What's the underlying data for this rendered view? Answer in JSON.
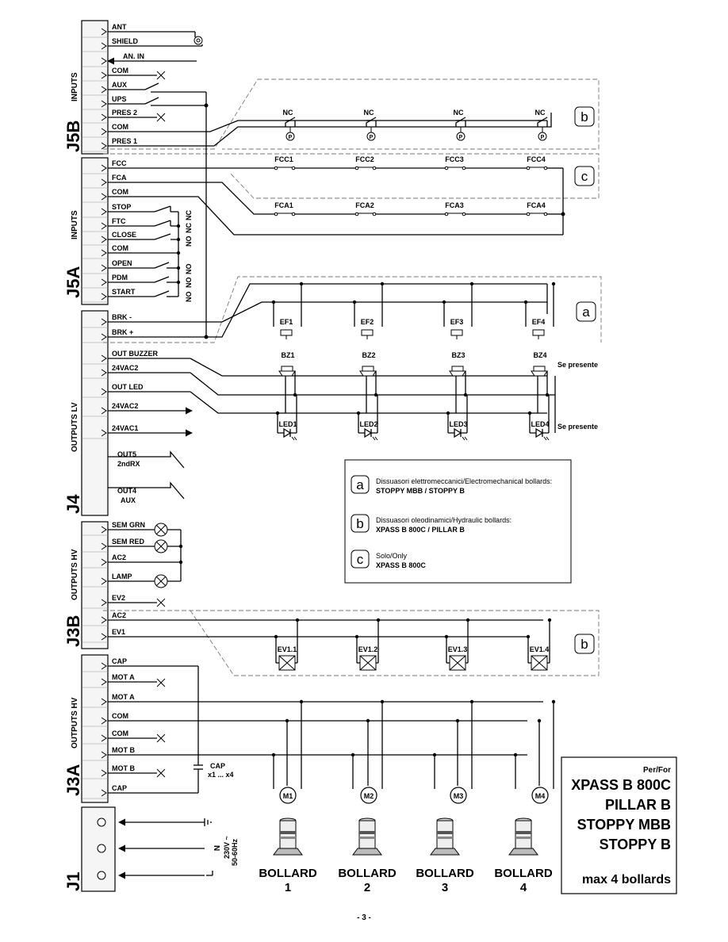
{
  "blocks": {
    "J5B": {
      "label": "J5B",
      "section": "INPUTS",
      "terminals": [
        "ANT",
        "SHIELD",
        "AN. IN",
        "COM",
        "AUX",
        "UPS",
        "PRES 2",
        "COM",
        "PRES 1"
      ]
    },
    "J5A": {
      "label": "J5A",
      "section": "INPUTS",
      "terminals": [
        "FCC",
        "FCA",
        "COM",
        "STOP",
        "FTC",
        "CLOSE",
        "COM",
        "OPEN",
        "PDM",
        "START"
      ],
      "contact_labels_1": [
        "NC",
        "NC",
        "NO"
      ],
      "contact_labels_2": [
        "NO",
        "NO",
        "NO"
      ]
    },
    "J4": {
      "label": "J4",
      "section": "OUTPUTS LV",
      "terminals": [
        "BRK -",
        "BRK +",
        "OUT BUZZER",
        "24VAC2",
        "OUT LED",
        "24VAC2",
        "24VAC1"
      ],
      "relays": [
        {
          "line1": "OUT5",
          "line2": "2ndRX"
        },
        {
          "line1": "OUT4",
          "line2": "AUX"
        }
      ]
    },
    "J3B": {
      "label": "J3B",
      "section": "OUTPUTS HV",
      "terminals": [
        "SEM GRN",
        "SEM RED",
        "AC2",
        "LAMP",
        "EV2",
        "AC2",
        "EV1"
      ]
    },
    "J3A": {
      "label": "J3A",
      "section": "OUTPUTS HV",
      "terminals": [
        "CAP",
        "MOT A",
        "MOT A",
        "COM",
        "COM",
        "MOT B",
        "MOT B",
        "CAP"
      ]
    },
    "J1": {
      "label": "J1",
      "supply_label": "230V ~",
      "supply_freq": "50-60Hz",
      "neutral": "N"
    }
  },
  "devices": {
    "nc_switches": {
      "label": "NC",
      "p_label": "P",
      "count": 4
    },
    "fcc": [
      "FCC1",
      "FCC2",
      "FCC3",
      "FCC4"
    ],
    "fca": [
      "FCA1",
      "FCA2",
      "FCA3",
      "FCA4"
    ],
    "ef": [
      "EF1",
      "EF2",
      "EF3",
      "EF4"
    ],
    "bz": [
      "BZ1",
      "BZ2",
      "BZ3",
      "BZ4"
    ],
    "led": [
      "LED1",
      "LED2",
      "LED3",
      "LED4"
    ],
    "ev": [
      "EV1.1",
      "EV1.2",
      "EV1.3",
      "EV1.4"
    ],
    "motors": [
      "M1",
      "M2",
      "M3",
      "M4"
    ],
    "bollards": [
      {
        "word": "BOLLARD",
        "num": "1"
      },
      {
        "word": "BOLLARD",
        "num": "2"
      },
      {
        "word": "BOLLARD",
        "num": "3"
      },
      {
        "word": "BOLLARD",
        "num": "4"
      }
    ],
    "se_presente": "Se presente",
    "cap": {
      "label": "CAP",
      "range": "x1 ... x4"
    }
  },
  "badges": {
    "a": "a",
    "b": "b",
    "c": "c"
  },
  "legend": [
    {
      "badge": "a",
      "text": "Dissuasori elettromeccanici/Electromechanical bollards:",
      "models": "STOPPY MBB / STOPPY B"
    },
    {
      "badge": "b",
      "text": "Dissuasori oleodinamici/Hydraulic bollards:",
      "models": "XPASS B 800C / PILLAR B"
    },
    {
      "badge": "c",
      "text": "Solo/Only",
      "models": "XPASS B 800C"
    }
  ],
  "compat_box": {
    "header": "Per/For",
    "models": [
      "XPASS B 800C",
      "PILLAR B",
      "STOPPY MBB",
      "STOPPY B"
    ],
    "footer": "max 4 bollards"
  },
  "page_number": "- 3 -"
}
